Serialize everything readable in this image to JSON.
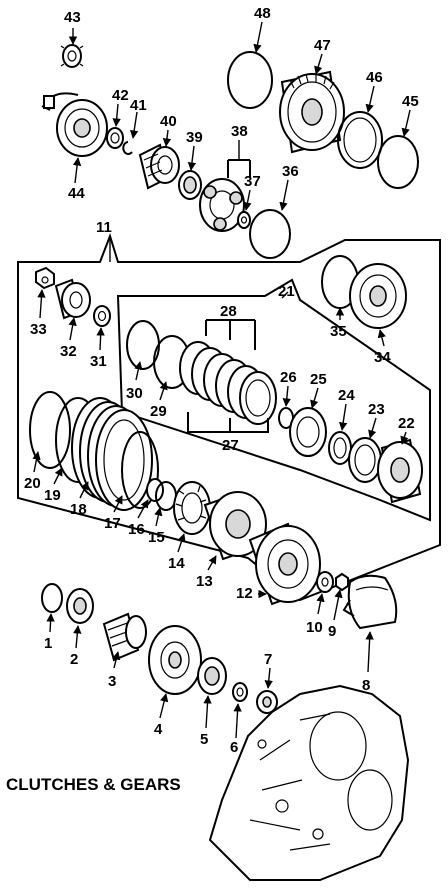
{
  "title": "CLUTCHES & GEARS",
  "callouts": [
    "1",
    "2",
    "3",
    "4",
    "5",
    "6",
    "7",
    "8",
    "9",
    "10",
    "11",
    "12",
    "13",
    "14",
    "15",
    "16",
    "17",
    "18",
    "19",
    "20",
    "21",
    "22",
    "23",
    "24",
    "25",
    "26",
    "27",
    "28",
    "29",
    "30",
    "31",
    "32",
    "33",
    "34",
    "35",
    "36",
    "37",
    "38",
    "39",
    "40",
    "41",
    "42",
    "43",
    "44",
    "45",
    "46",
    "47",
    "48"
  ]
}
